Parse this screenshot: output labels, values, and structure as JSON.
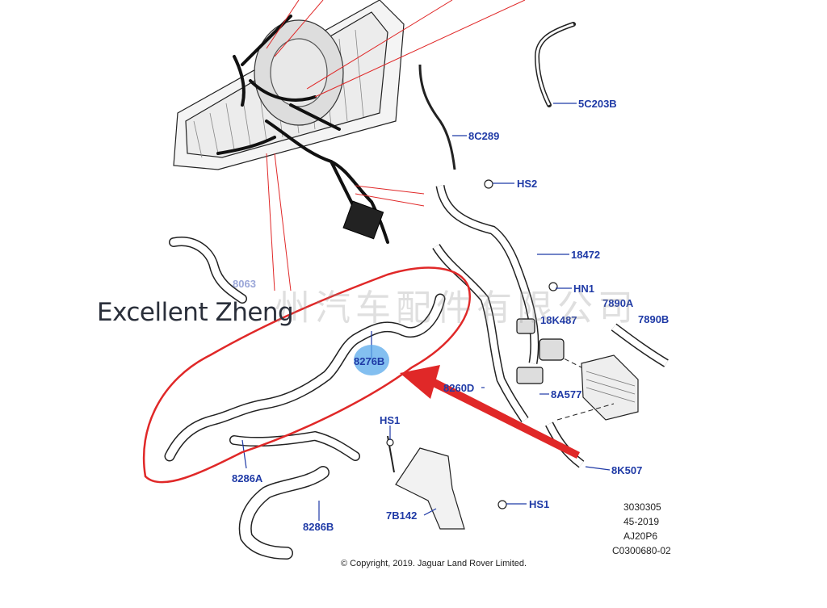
{
  "labels": {
    "l_5C203B": "5C203B",
    "l_8C289": "8C289",
    "l_HS2": "HS2",
    "l_18472": "18472",
    "l_HN1": "HN1",
    "l_7890A": "7890A",
    "l_7890B": "7890B",
    "l_18K487": "18K487",
    "l_8276B": "8276B",
    "l_8260D": "8260D",
    "l_8A577": "8A577",
    "l_HS1a": "HS1",
    "l_8K507": "8K507",
    "l_8286A": "8286A",
    "l_HS1b": "HS1",
    "l_7B142": "7B142",
    "l_8286B": "8286B",
    "l_8063": "8063"
  },
  "meta": {
    "line1": "3030305",
    "line2": "45-2019",
    "line3": "AJ20P6",
    "line4": "C0300680-02"
  },
  "copyright": "© Copyright, 2019. Jaguar Land Rover Limited.",
  "watermark": {
    "english": "Excellent Zheng",
    "chinese": "州汽车配件有限公司"
  },
  "colors": {
    "label": "#1f3aa6",
    "annotation_red": "#e02828",
    "highlight": "#5aaaeb"
  }
}
